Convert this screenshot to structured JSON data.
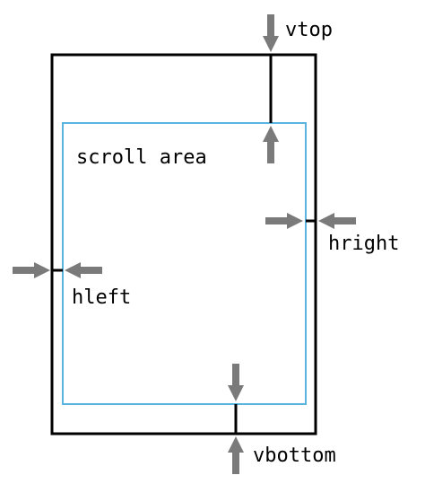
{
  "labels": {
    "scroll_area": "scroll area",
    "vtop": "vtop",
    "hright": "hright",
    "hleft": "hleft",
    "vbottom": "vbottom"
  },
  "colors": {
    "outer_border": "#000000",
    "scroll_border": "#5ab4e0",
    "arrow": "#7a7a7a",
    "margin_line": "#000000"
  }
}
